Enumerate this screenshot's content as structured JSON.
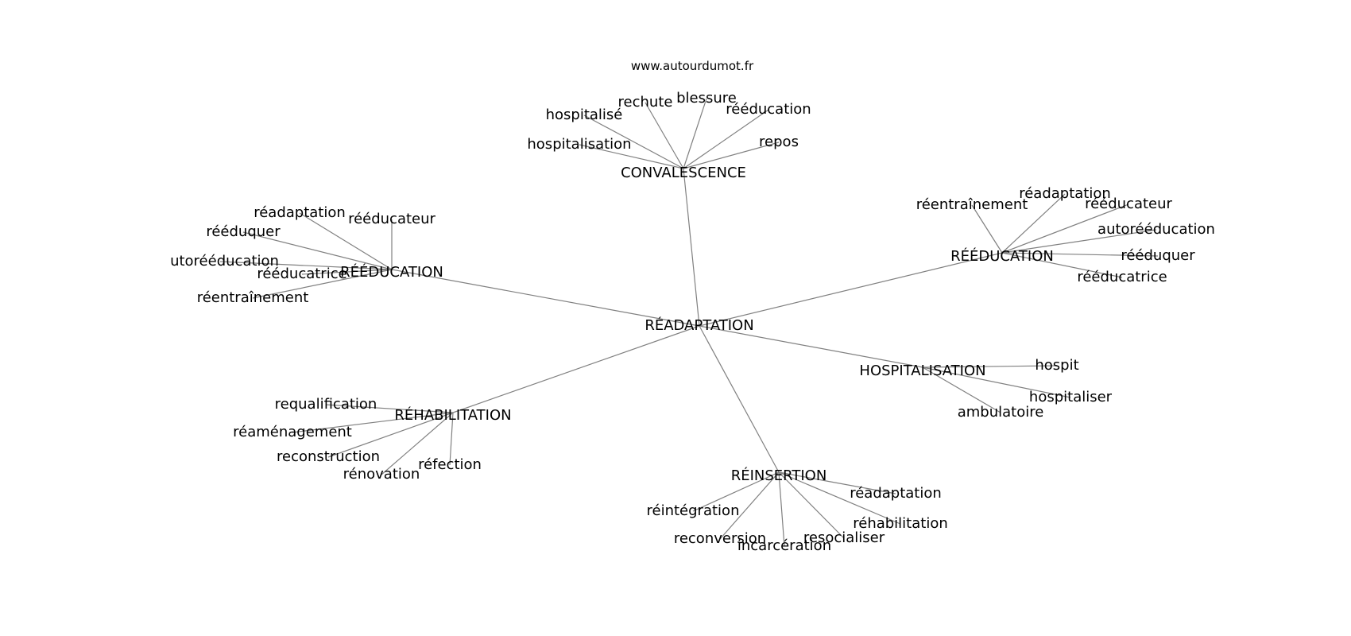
{
  "source": "www.autourdumot.fr",
  "colors": {
    "edge": "#808080",
    "text": "#000000",
    "background": "#ffffff"
  },
  "center": {
    "id": "readaptation",
    "label": "RÉADAPTATION"
  },
  "groups": [
    {
      "id": "convalescence",
      "label": "CONVALESCENCE",
      "leaves": [
        "hospitalisé",
        "rechute",
        "blessure",
        "rééducation",
        "repos",
        "hospitalisation"
      ]
    },
    {
      "id": "reeducation-right",
      "label": "RÉÉDUCATION",
      "leaves": [
        "réentraînement",
        "réadaptation",
        "rééducateur",
        "autorééducation",
        "rééduquer",
        "rééducatrice"
      ]
    },
    {
      "id": "reeducation-left",
      "label": "RÉÉDUCATION",
      "leaves": [
        "réadaptation",
        "rééducateur",
        "rééduquer",
        "autorééducation",
        "rééducatrice",
        "réentraînement"
      ]
    },
    {
      "id": "hospitalisation",
      "label": "HOSPITALISATION",
      "leaves": [
        "hospit",
        "hospitaliser",
        "ambulatoire"
      ]
    },
    {
      "id": "rehabilitation",
      "label": "RÉHABILITATION",
      "leaves": [
        "requalification",
        "réaménagement",
        "reconstruction",
        "rénovation",
        "réfection"
      ]
    },
    {
      "id": "reinsertion",
      "label": "RÉINSERTION",
      "leaves": [
        "réintégration",
        "reconversion",
        "incarcération",
        "resocialiser",
        "réadaptation",
        "réhabilitation"
      ]
    }
  ]
}
